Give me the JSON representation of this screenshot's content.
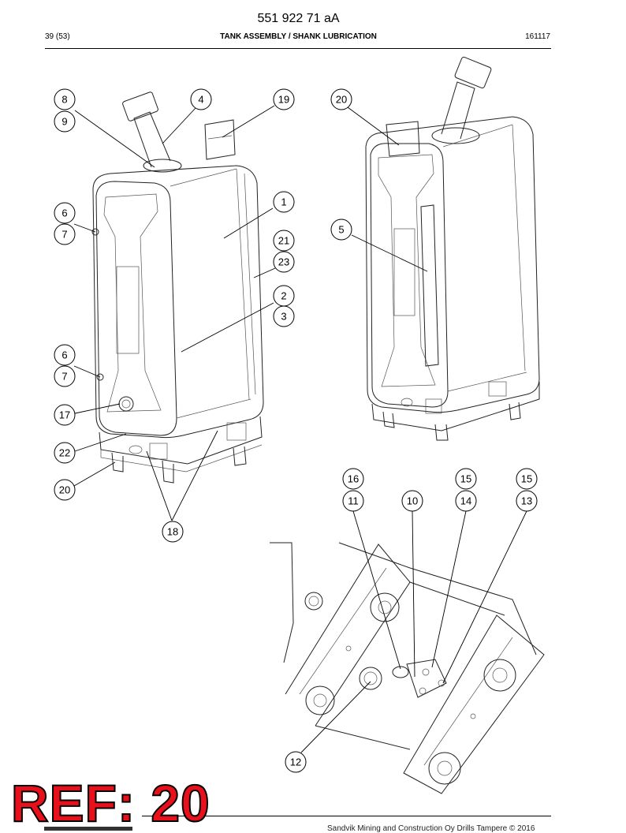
{
  "header": {
    "doc_number": "551 922 71 aA",
    "page": "39 (53)",
    "section_title": "TANK ASSEMBLY / SHANK LUBRICATION",
    "date_code": "161117"
  },
  "footer": {
    "copyright": "Sandvik Mining and Construction Oy Drills Tampere © 2016"
  },
  "stamp": {
    "text": "REF: 20",
    "color": "#e8101a"
  },
  "callouts": {
    "c8": "8",
    "c9": "9",
    "c4": "4",
    "c19": "19",
    "c20a": "20",
    "c6a": "6",
    "c7a": "7",
    "c1": "1",
    "c5": "5",
    "c21": "21",
    "c23": "23",
    "c2": "2",
    "c3": "3",
    "c6b": "6",
    "c7b": "7",
    "c17": "17",
    "c22": "22",
    "c20b": "20",
    "c18": "18",
    "c16": "16",
    "c15a": "15",
    "c15b": "15",
    "c11": "11",
    "c10": "10",
    "c14": "14",
    "c13": "13",
    "c12": "12"
  }
}
